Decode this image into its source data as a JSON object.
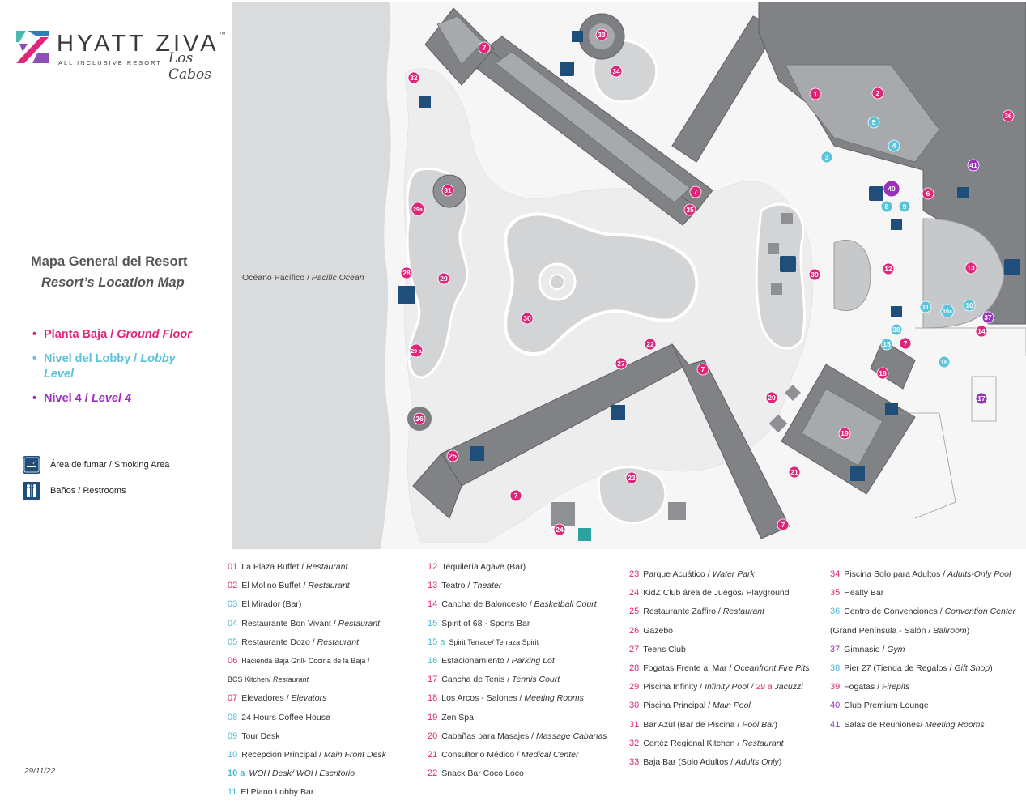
{
  "brand": {
    "name": "HYATT ZIVA",
    "trademark": "™",
    "tagline": "ALL INCLUSIVE RESORT",
    "location": "Los Cabos"
  },
  "title": "Mapa General del Resort",
  "subtitle": "Resort’s Location Map",
  "levels": [
    {
      "es": "Planta Baja /",
      "en": "Ground Floor",
      "color": "#e0267a"
    },
    {
      "es": "Nivel del Lobby /",
      "en": "Lobby Level",
      "color": "#5bc3da"
    },
    {
      "es": "Nivel 4 /",
      "en": "Level 4",
      "color": "#9b2fbe"
    }
  ],
  "key": [
    {
      "icon": "smoking-area-icon",
      "label": "Área de fumar / Smoking Area"
    },
    {
      "icon": "restroom-icon",
      "label": "Baños / Restrooms"
    }
  ],
  "ocean": {
    "es": "Océano Pacífico / ",
    "en": "Pacific Ocean"
  },
  "date": "29/11/22",
  "colors": {
    "ground": "#e0267a",
    "lobby": "#5bc3da",
    "level4": "#9b2fbe",
    "building": "#7b7d80",
    "path": "#e8e9ea",
    "icon": "#1f4e7a"
  },
  "map_markers": [
    {
      "label": "1",
      "level": "ground"
    },
    {
      "label": "2",
      "level": "ground"
    },
    {
      "label": "3",
      "level": "lobby"
    },
    {
      "label": "4",
      "level": "lobby"
    },
    {
      "label": "5",
      "level": "lobby"
    },
    {
      "label": "6",
      "level": "ground"
    },
    {
      "label": "7",
      "level": "ground"
    },
    {
      "label": "8",
      "level": "lobby"
    },
    {
      "label": "9",
      "level": "lobby"
    },
    {
      "label": "10",
      "level": "lobby"
    },
    {
      "label": "10a",
      "level": "lobby"
    },
    {
      "label": "11",
      "level": "lobby"
    },
    {
      "label": "12",
      "level": "ground"
    },
    {
      "label": "13",
      "level": "ground"
    },
    {
      "label": "14",
      "level": "ground"
    },
    {
      "label": "15",
      "level": "lobby"
    },
    {
      "label": "16",
      "level": "lobby"
    },
    {
      "label": "17",
      "level": "level4"
    },
    {
      "label": "18",
      "level": "ground"
    },
    {
      "label": "19",
      "level": "ground"
    },
    {
      "label": "20",
      "level": "ground"
    },
    {
      "label": "21",
      "level": "ground"
    },
    {
      "label": "22",
      "level": "ground"
    },
    {
      "label": "23",
      "level": "ground"
    },
    {
      "label": "24",
      "level": "ground"
    },
    {
      "label": "25",
      "level": "ground"
    },
    {
      "label": "26",
      "level": "ground"
    },
    {
      "label": "27",
      "level": "ground"
    },
    {
      "label": "28",
      "level": "ground"
    },
    {
      "label": "29",
      "level": "ground"
    },
    {
      "label": "29a",
      "level": "ground"
    },
    {
      "label": "29 a",
      "level": "ground"
    },
    {
      "label": "30",
      "level": "ground"
    },
    {
      "label": "31",
      "level": "ground"
    },
    {
      "label": "32",
      "level": "ground"
    },
    {
      "label": "33",
      "level": "ground"
    },
    {
      "label": "34",
      "level": "ground"
    },
    {
      "label": "35",
      "level": "ground"
    },
    {
      "label": "36",
      "level": "ground"
    },
    {
      "label": "37",
      "level": "level4"
    },
    {
      "label": "38",
      "level": "lobby"
    },
    {
      "label": "39",
      "level": "ground"
    },
    {
      "label": "40",
      "level": "level4"
    },
    {
      "label": "41",
      "level": "level4"
    }
  ],
  "legend": [
    [
      {
        "num": "01",
        "c": "p",
        "es": "La Plaza Buffet / ",
        "en": "Restaurant"
      },
      {
        "num": "02",
        "c": "p",
        "es": "El Molino Buffet / ",
        "en": "Restaurant"
      },
      {
        "num": "03",
        "c": "b",
        "es": "El Mirador (Bar)",
        "en": ""
      },
      {
        "num": "04",
        "c": "b",
        "es": "Restaurante Bon Vivant / ",
        "en": "Restaurant"
      },
      {
        "num": "05",
        "c": "b",
        "es": "Restaurante Dozo / ",
        "en": "Restaurant"
      },
      {
        "num": "06",
        "c": "p",
        "es": "Hacienda Baja Grill- Cocina de la Baja /",
        "en": "",
        "small": true
      },
      {
        "num": "",
        "c": "p",
        "es": "BCS Kitchen/ ",
        "en": "Restaurant",
        "small": true
      },
      {
        "num": "07",
        "c": "p",
        "es": "Elevadores / ",
        "en": "Elevators"
      },
      {
        "num": "08",
        "c": "b",
        "es": "24 Hours Coffee House",
        "en": ""
      },
      {
        "num": "09",
        "c": "b",
        "es": "Tour Desk",
        "en": ""
      },
      {
        "num": "10",
        "c": "b",
        "es": "Recepción Principal / ",
        "en": "Main Front Desk"
      },
      {
        "num": "10 a",
        "c": "bb",
        "es": "",
        "en": "WOH  Desk/ WOH Escritorio"
      },
      {
        "num": "11",
        "c": "b",
        "es": "El Piano Lobby Bar",
        "en": ""
      }
    ],
    [
      {
        "num": "12",
        "c": "p",
        "es": "Tequilería Agave (Bar)",
        "en": ""
      },
      {
        "num": "13",
        "c": "p",
        "es": "Teatro / ",
        "en": "Theater"
      },
      {
        "num": "14",
        "c": "p",
        "es": "Cancha de Baloncesto / ",
        "en": "Basketball Court"
      },
      {
        "num": "15",
        "c": "b",
        "es": "Spirit of 68 - Sports Bar",
        "en": ""
      },
      {
        "num": "15 a",
        "c": "b",
        "es": "Spirit Terrace/ Terraza Spirit",
        "en": "",
        "small": true
      },
      {
        "num": "16",
        "c": "b",
        "es": "Estacionamiento / ",
        "en": "Parking Lot"
      },
      {
        "num": "17",
        "c": "p",
        "es": "Cancha de Tenis / ",
        "en": "Tennis Court"
      },
      {
        "num": "18",
        "c": "p",
        "es": "Los Arcos - Salones / ",
        "en": "Meeting Rooms"
      },
      {
        "num": "19",
        "c": "p",
        "es": "Zen Spa",
        "en": ""
      },
      {
        "num": "20",
        "c": "p",
        "es": "Cabañas para Masajes / ",
        "en": "Massage Cabanas"
      },
      {
        "num": "21",
        "c": "p",
        "es": "Consultorio Médico / ",
        "en": "Medical Center"
      },
      {
        "num": "22",
        "c": "p",
        "es": "Snack Bar Coco Loco",
        "en": ""
      }
    ],
    [
      {
        "num": "23",
        "c": "p",
        "es": "Parque Acuático / ",
        "en": "Water Park"
      },
      {
        "num": "24",
        "c": "p",
        "es": "KidZ Club área de Juegos/ Playground",
        "en": ""
      },
      {
        "num": "25",
        "c": "p",
        "es": "Restaurante Zaffiro / ",
        "en": "Restaurant"
      },
      {
        "num": "26",
        "c": "p",
        "es": "Gazebo",
        "en": ""
      },
      {
        "num": "27",
        "c": "p",
        "es": "Teens Club",
        "en": ""
      },
      {
        "num": "28",
        "c": "p",
        "es": "Fogatas Frente al Mar / ",
        "en": "Oceanfront Fire Pits"
      },
      {
        "num": "29",
        "c": "p",
        "es": "Piscina Infinity / ",
        "en": "Infinity Pool / ",
        "extra_num": "29 a",
        "extra": " Jacuzzi"
      },
      {
        "num": "30",
        "c": "p",
        "es": "Piscina Principal / ",
        "en": "Main Pool"
      },
      {
        "num": "31",
        "c": "p",
        "es": "Bar Azul (Bar de Piscina / ",
        "en": "Pool Bar",
        "tail": ")"
      },
      {
        "num": "32",
        "c": "p",
        "es": "Cortéz Regional Kitchen  / ",
        "en": "Restaurant"
      },
      {
        "num": "33",
        "c": "p",
        "es": "Baja Bar (Solo Adultos / ",
        "en": "Adults Only",
        "tail": ")"
      }
    ],
    [
      {
        "num": "34",
        "c": "p",
        "es": "Piscina Solo para Adultos / ",
        "en": "Adults-Only Pool"
      },
      {
        "num": "35",
        "c": "p",
        "es": "Healty Bar",
        "en": ""
      },
      {
        "num": "36",
        "c": "b",
        "es": "Centro de Convenciones / ",
        "en": "Convention Center"
      },
      {
        "num": "",
        "c": "b",
        "es": "(Grand Península - Salón / ",
        "en": "Ballroom",
        "tail": ")"
      },
      {
        "num": "37",
        "c": "v",
        "es": "Gimnasio / ",
        "en": "Gym"
      },
      {
        "num": "38",
        "c": "b",
        "es": "Pier 27 (Tienda de Regalos / ",
        "en": "Gift Shop",
        "tail": ")"
      },
      {
        "num": "39",
        "c": "p",
        "es": "Fogatas / ",
        "en": "Firepits"
      },
      {
        "num": "40",
        "c": "v",
        "es": "Club Premium Lounge",
        "en": ""
      },
      {
        "num": "41",
        "c": "v",
        "es": "Salas de Reuniones/ ",
        "en": "Meeting Rooms"
      }
    ]
  ]
}
